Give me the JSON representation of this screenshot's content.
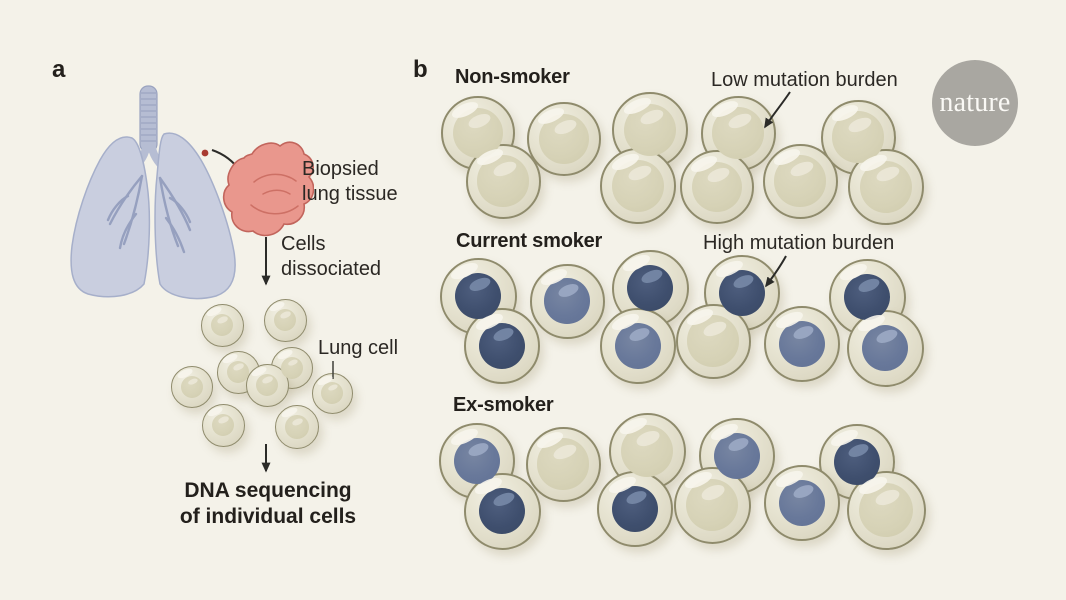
{
  "figure": {
    "background_color": "#f4f2e9",
    "text_color": "#23201c"
  },
  "logo": {
    "text": "nature",
    "circle_color": "#a9a7a1",
    "text_color": "#faf9f5"
  },
  "panel_a": {
    "label": "a",
    "annotations": {
      "biopsy_line1": "Biopsied",
      "biopsy_line2": "lung tissue",
      "dissociated_line1": "Cells",
      "dissociated_line2": "dissociated",
      "lung_cell": "Lung cell",
      "sequencing_line1": "DNA sequencing",
      "sequencing_line2": "of individual cells"
    },
    "small_cells": [
      [
        222,
        325,
        43
      ],
      [
        285,
        320,
        43
      ],
      [
        238,
        372,
        43
      ],
      [
        292,
        368,
        42
      ],
      [
        192,
        387,
        42
      ],
      [
        267,
        385,
        43
      ],
      [
        332,
        393,
        41
      ],
      [
        223,
        425,
        43
      ],
      [
        297,
        427,
        44
      ]
    ]
  },
  "panel_b": {
    "label": "b",
    "nucleus_colors": {
      "navy": "#3f4f6e",
      "slate": "#68789a",
      "beige": "#d6d2b6"
    },
    "groups": [
      {
        "name": "Non-smoker",
        "annotation": "Low mutation burden",
        "cells": [
          [
            478,
            133,
            74,
            "beige"
          ],
          [
            564,
            139,
            74,
            "beige"
          ],
          [
            650,
            130,
            76,
            "beige"
          ],
          [
            738,
            133,
            75,
            "beige"
          ],
          [
            858,
            137,
            75,
            "beige"
          ],
          [
            503,
            181,
            75,
            "beige"
          ],
          [
            638,
            186,
            76,
            "beige"
          ],
          [
            717,
            187,
            74,
            "beige"
          ],
          [
            800,
            181,
            75,
            "beige"
          ],
          [
            886,
            187,
            76,
            "beige"
          ]
        ]
      },
      {
        "name": "Current smoker",
        "annotation": "High mutation burden",
        "cells": [
          [
            478,
            296,
            77,
            "navy"
          ],
          [
            567,
            301,
            75,
            "slate"
          ],
          [
            650,
            288,
            77,
            "navy"
          ],
          [
            742,
            293,
            76,
            "navy"
          ],
          [
            867,
            297,
            77,
            "navy"
          ],
          [
            502,
            346,
            76,
            "navy"
          ],
          [
            638,
            346,
            76,
            "slate"
          ],
          [
            713,
            341,
            75,
            "beige"
          ],
          [
            802,
            344,
            76,
            "slate"
          ],
          [
            885,
            348,
            77,
            "slate"
          ]
        ]
      },
      {
        "name": "Ex-smoker",
        "cells": [
          [
            477,
            461,
            76,
            "slate"
          ],
          [
            563,
            464,
            75,
            "beige"
          ],
          [
            647,
            451,
            77,
            "beige"
          ],
          [
            737,
            456,
            76,
            "slate"
          ],
          [
            857,
            462,
            76,
            "navy"
          ],
          [
            502,
            511,
            77,
            "navy"
          ],
          [
            635,
            509,
            76,
            "navy"
          ],
          [
            712,
            505,
            77,
            "beige"
          ],
          [
            802,
            503,
            76,
            "slate"
          ],
          [
            886,
            510,
            79,
            "beige"
          ]
        ]
      }
    ]
  }
}
